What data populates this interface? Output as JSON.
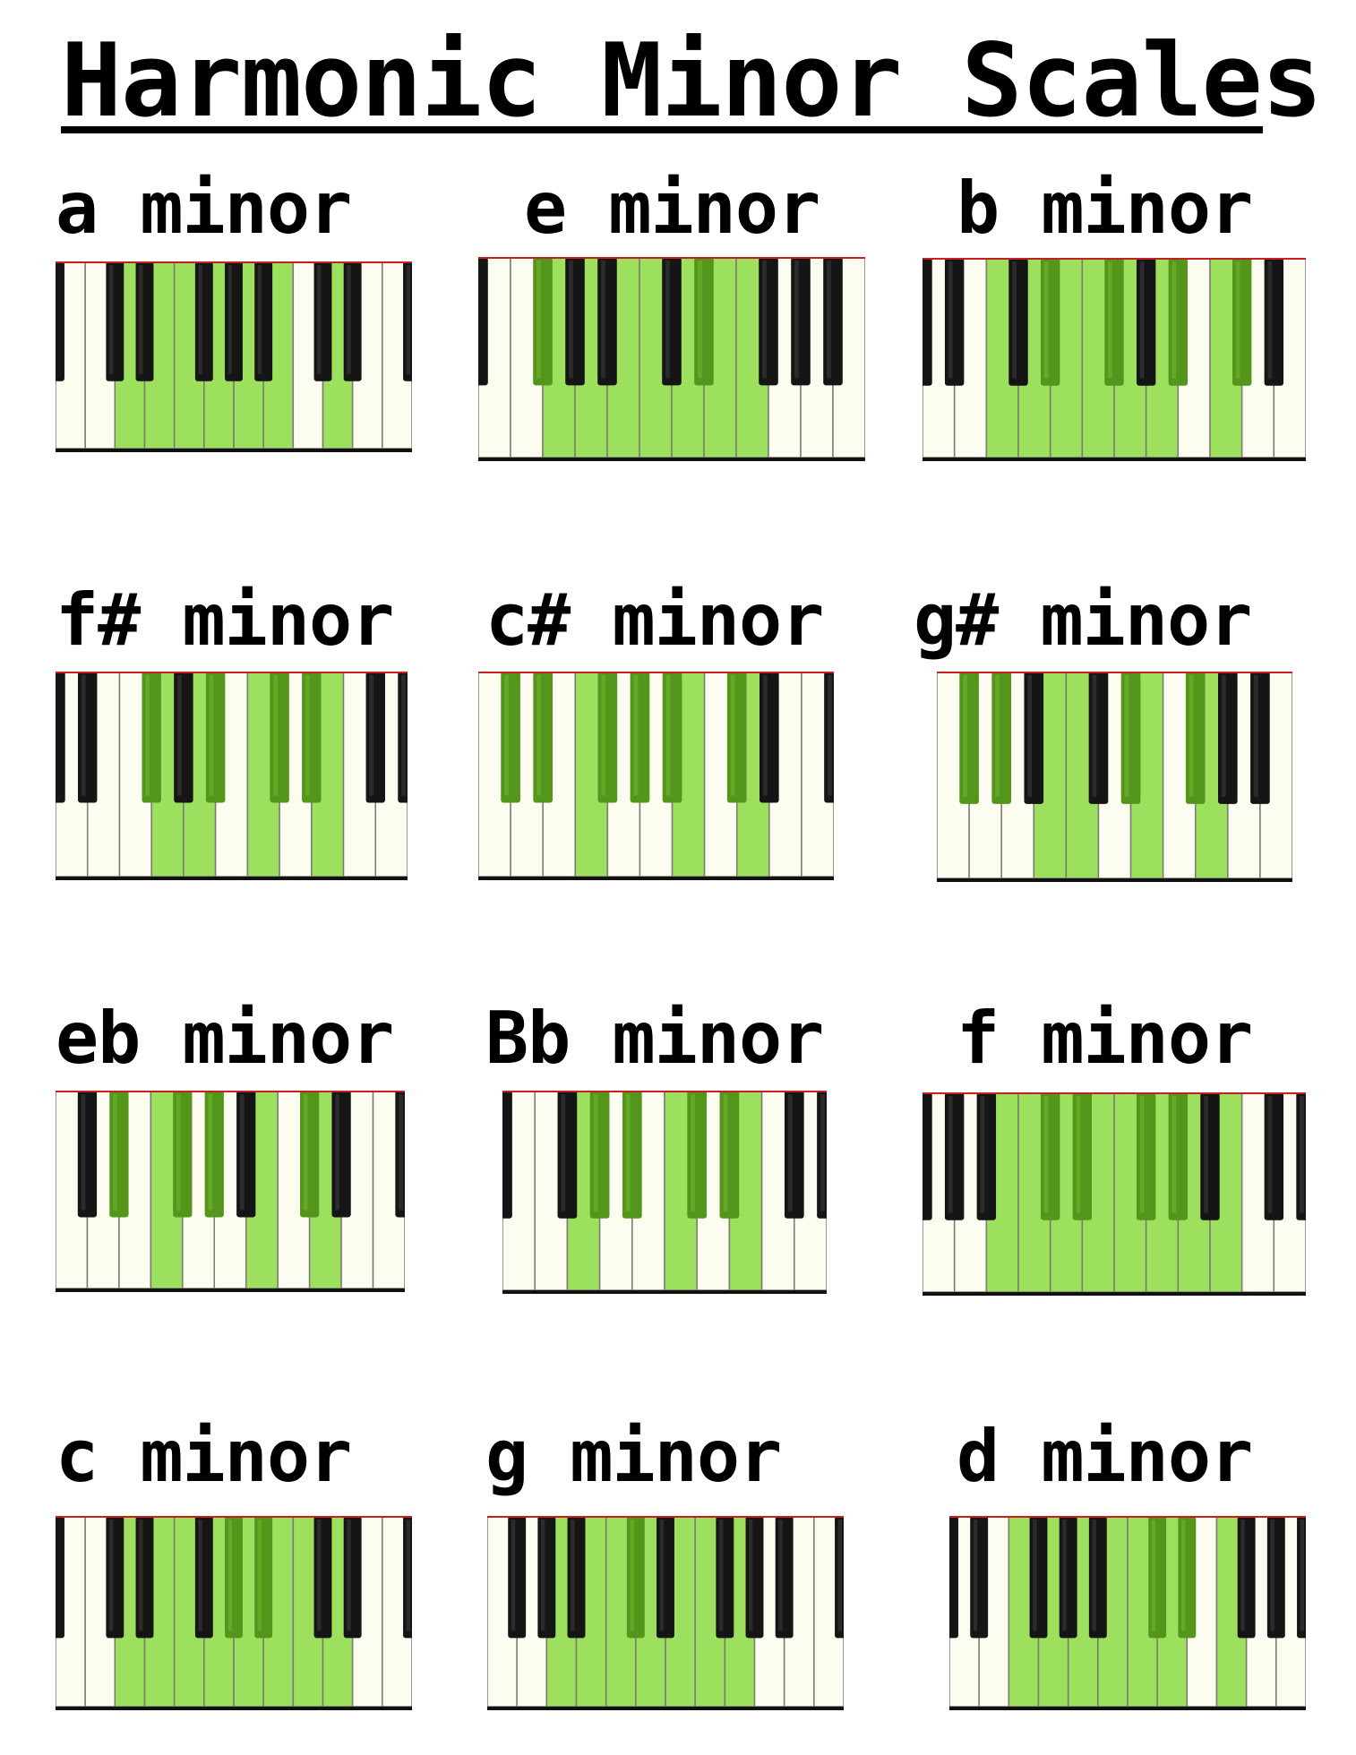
{
  "page": {
    "title": "Harmonic Minor Scales"
  },
  "colors": {
    "highlight_white": "#9ce05e",
    "highlight_black": "#54951b",
    "white_key": "#fdfcf0",
    "black_key": "#151515",
    "edge_red": "#c42020"
  },
  "scales": [
    {
      "name": "a minor"
    },
    {
      "name": "e minor"
    },
    {
      "name": "b minor"
    },
    {
      "name": "f# minor"
    },
    {
      "name": "c# minor"
    },
    {
      "name": "g# minor"
    },
    {
      "name": "eb minor"
    },
    {
      "name": "Bb minor"
    },
    {
      "name": "f minor"
    },
    {
      "name": "c minor"
    },
    {
      "name": "g minor"
    },
    {
      "name": "d minor"
    }
  ]
}
